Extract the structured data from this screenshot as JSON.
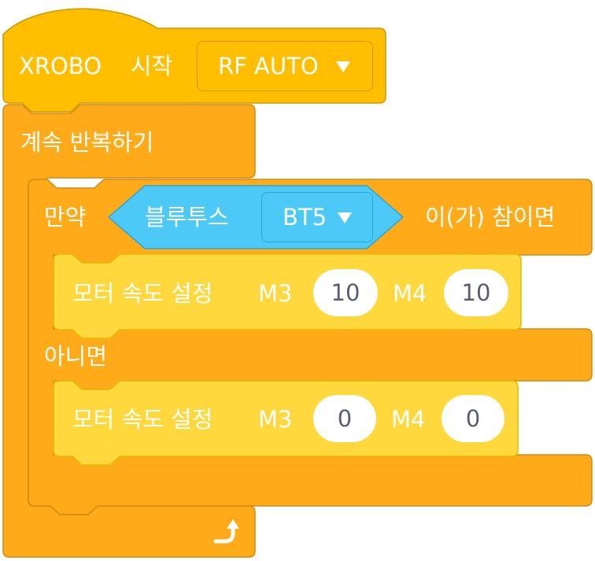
{
  "colors": {
    "event": "#ffbf00",
    "event_border": "#cc9900",
    "control": "#ffab19",
    "control_border": "#cf8b17",
    "motor": "#ffd83d",
    "motor_border": "#e6b800",
    "sensor": "#4cc9f7",
    "sensor_border": "#2ea4d4",
    "input_text": "#575e75"
  },
  "hat": {
    "label": "XROBO",
    "start": "시작",
    "mode_value": "RF AUTO"
  },
  "forever": {
    "label": "계속 반복하기",
    "loop_icon": "loop-arrow-icon"
  },
  "if_else": {
    "if_label": "만약",
    "then_label": "이(가) 참이면",
    "else_label": "아니면"
  },
  "condition": {
    "label": "블루투스",
    "value": "BT5"
  },
  "motor_true": {
    "label": "모터 속도 설정",
    "m3_label": "M3",
    "m3_value": "10",
    "m4_label": "M4",
    "m4_value": "10"
  },
  "motor_false": {
    "label": "모터 속도 설정",
    "m3_label": "M3",
    "m3_value": "0",
    "m4_label": "M4",
    "m4_value": "0"
  }
}
